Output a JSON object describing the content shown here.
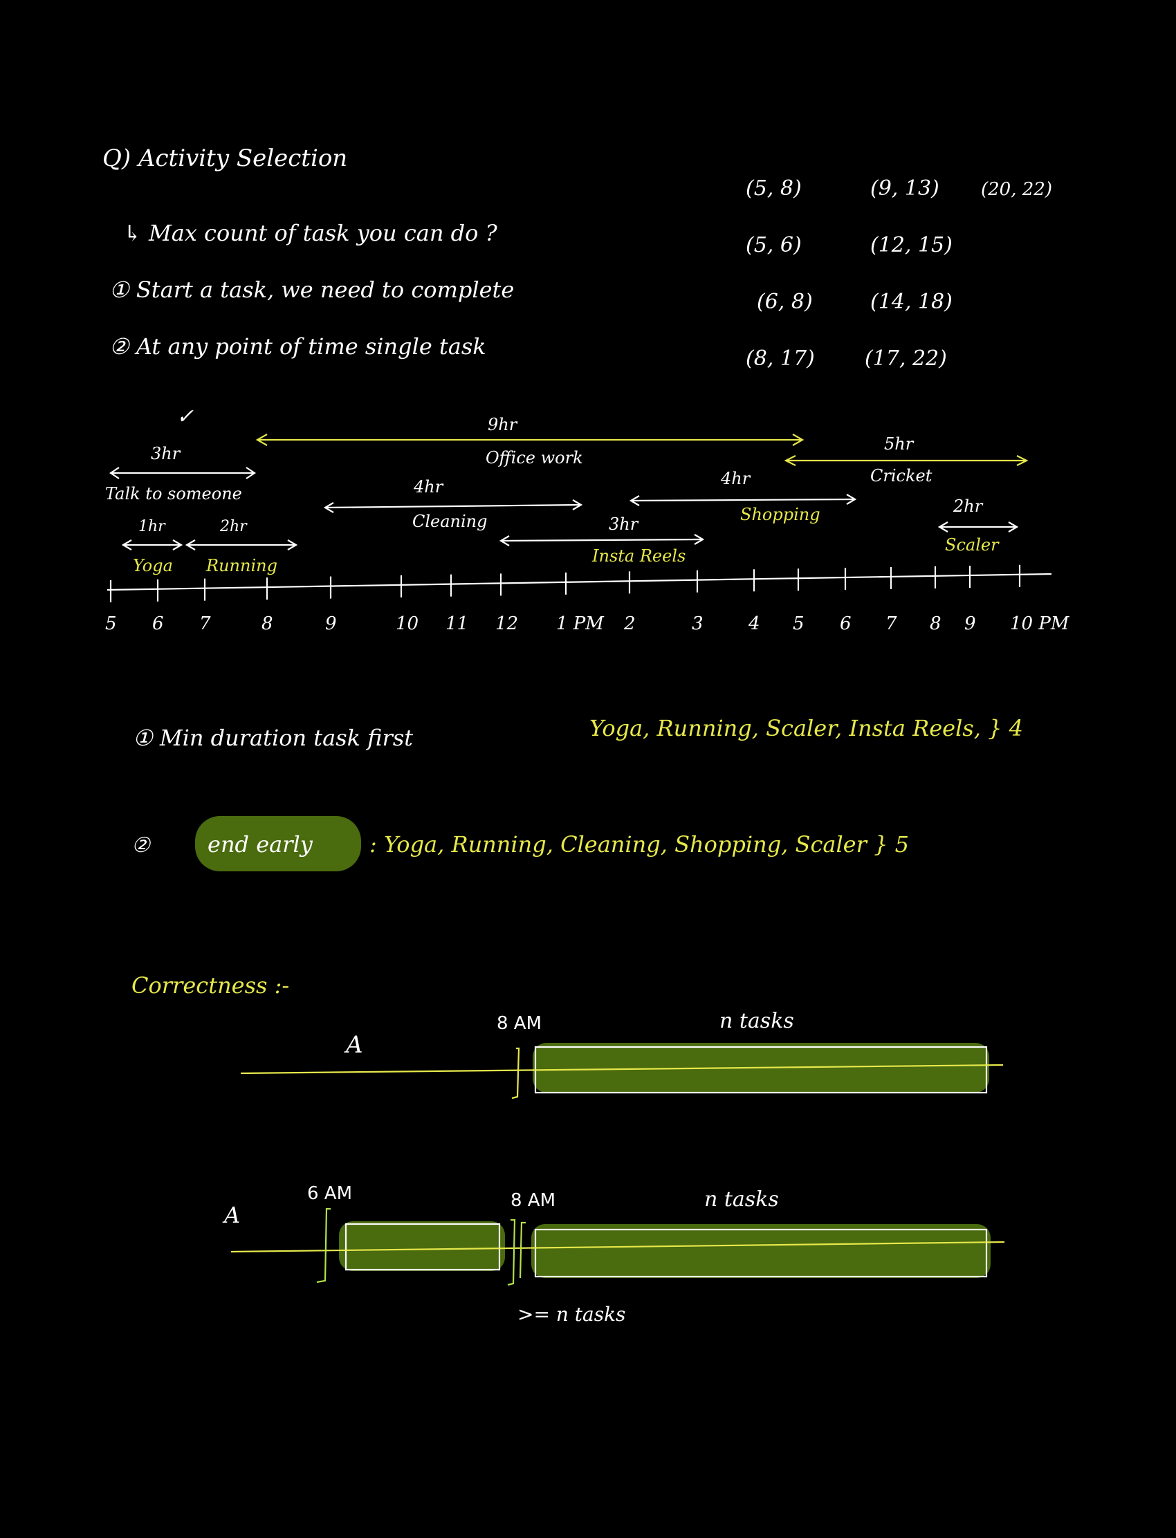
{
  "header": {
    "title": "Q) Activity Selection",
    "question": "↳ Max count of task you can do ?",
    "rule1": "① Start a task, we need to complete",
    "rule2": "② At any point of time single task"
  },
  "pairs": [
    "(5, 8)",
    "(9, 13)",
    "(20, 22)",
    "(5, 6)",
    "(12, 15)",
    "(6, 8)",
    "(14, 18)",
    "(8, 17)",
    "(17, 22)"
  ],
  "timeline": {
    "ticks": [
      "5",
      "6",
      "7",
      "8",
      "9",
      "10",
      "11",
      "12",
      "1 PM",
      "2",
      "3",
      "4",
      "5",
      "6",
      "7",
      "8",
      "9",
      "10 PM"
    ],
    "tasks": [
      {
        "name": "Talk to someone",
        "dur": "3hr",
        "mark": "✓"
      },
      {
        "name": "Yoga",
        "dur": "1hr"
      },
      {
        "name": "Running",
        "dur": "2hr"
      },
      {
        "name": "Office work",
        "dur": "9hr"
      },
      {
        "name": "Cleaning",
        "dur": "4hr"
      },
      {
        "name": "Insta Reels",
        "dur": "3hr"
      },
      {
        "name": "Shopping",
        "dur": "4hr"
      },
      {
        "name": "Cricket",
        "dur": "5hr"
      },
      {
        "name": "Scaler",
        "dur": "2hr"
      }
    ]
  },
  "strategies": {
    "s1_label": "① Min duration task first",
    "s1_result": "Yoga, Running, Scaler, Insta Reels, } 4",
    "s2_num": "②",
    "s2_label": "end early",
    "s2_result": ": Yoga, Running, Cleaning, Shopping, Scaler } 5"
  },
  "correctness": {
    "title": "Correctness :-",
    "d1": {
      "label_a": "A",
      "time": "8 AM",
      "tasks": "n tasks"
    },
    "d2": {
      "label_a": "A",
      "time1": "6 AM",
      "time2": "8 AM",
      "tasks": "n tasks",
      "footer": ">= n tasks"
    }
  },
  "colors": {
    "background": "#000000",
    "ink_white": "#ffffff",
    "ink_yellow": "#e6e84a",
    "ink_green": "#b4e04a",
    "highlight": "#4a6b0e"
  }
}
